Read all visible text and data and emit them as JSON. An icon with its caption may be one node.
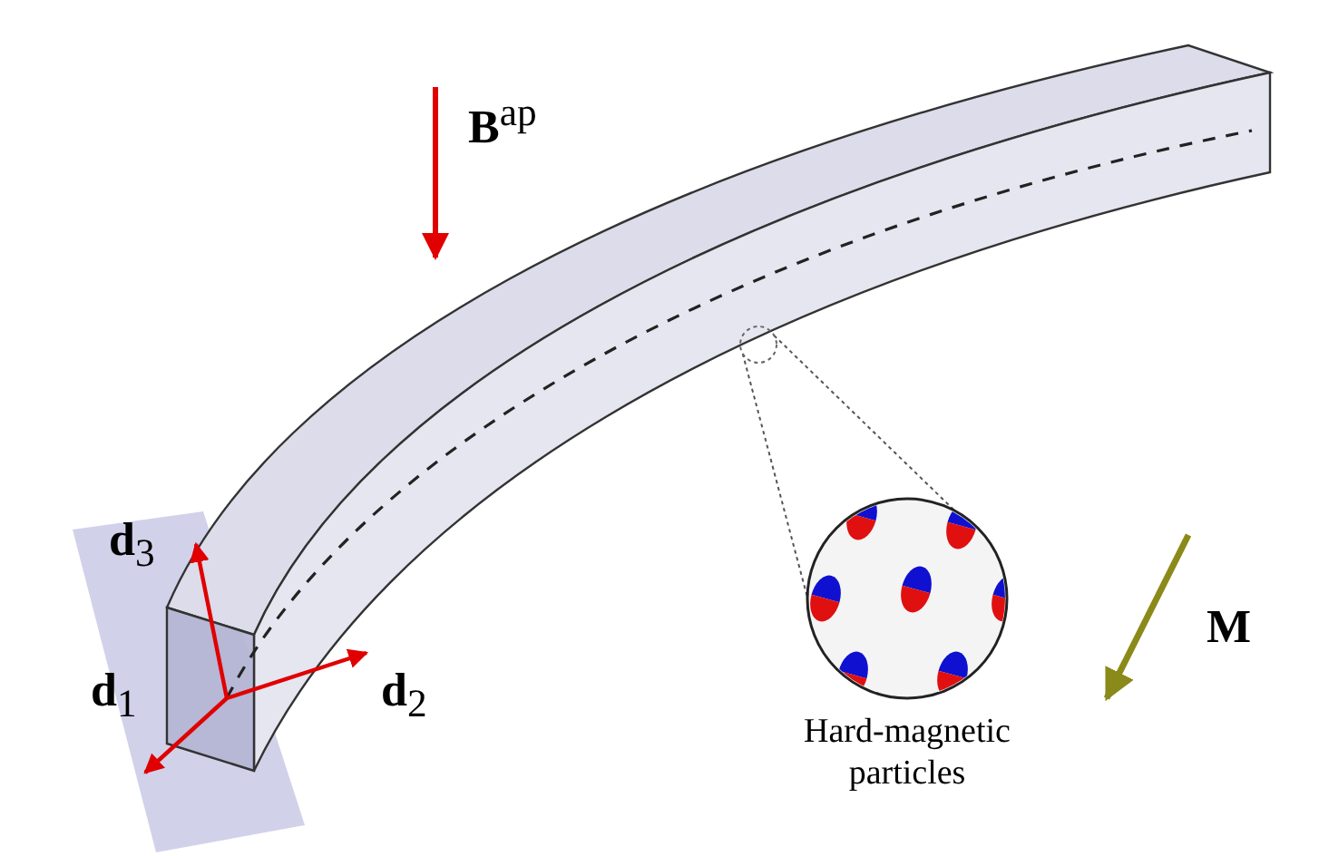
{
  "diagram": {
    "nodes": [
      {
        "text": [],
        "shape": "circle"
      },
      {
        "text": [],
        "shape": "picture",
        "beside": [
          "Hard-magnetic particles"
        ]
      }
    ],
    "edges": [
      {
        "from": 0,
        "to": 1,
        "arrow": "none",
        "style": "dashed"
      },
      {
        "from": 0,
        "to": 1,
        "arrow": "none",
        "style": "dashed"
      }
    ],
    "labels": [
      "**B**$^{ap}$",
      "**d**$_{3}$",
      "M",
      "**d**$_{1}$",
      "**d**$_{2}$"
    ]
  }
}
